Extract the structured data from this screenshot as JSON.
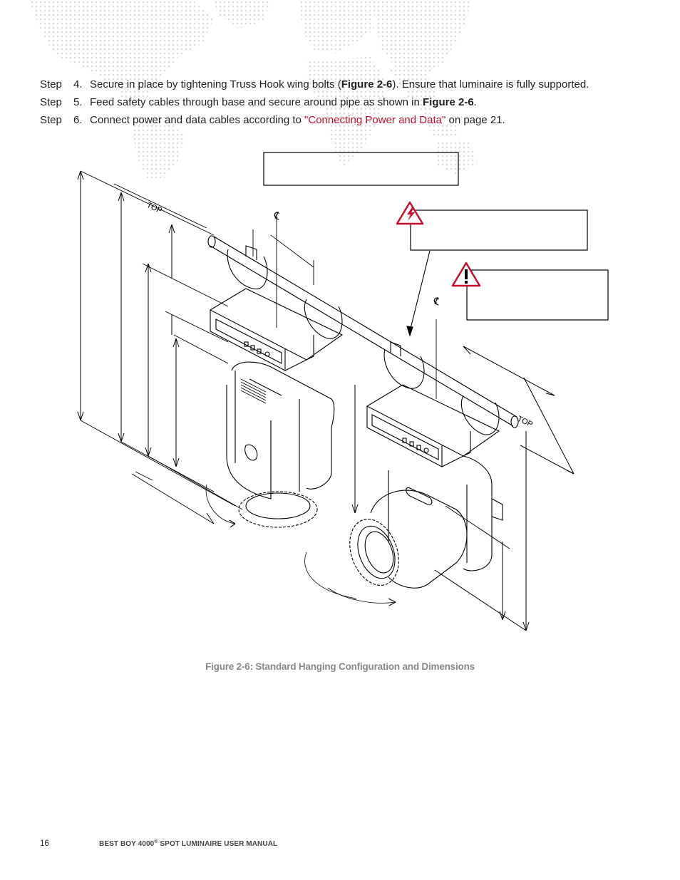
{
  "steps": [
    {
      "word": "Step",
      "num": "4.",
      "pre": "Secure in place by tightening Truss Hook wing bolts (",
      "bold": "Figure 2-6",
      "post": "). Ensure that luminaire is fully supported."
    },
    {
      "word": "Step",
      "num": "5.",
      "pre": "Feed safety cables through base and secure around pipe as shown in ",
      "bold": "Figure 2-6",
      "post": "."
    },
    {
      "word": "Step",
      "num": "6.",
      "pre": "Connect power and data cables according to ",
      "link": "\"Connecting Power and Data\"",
      "post": " on page 21."
    }
  ],
  "figure": {
    "top_label_left": "TOP",
    "top_label_right": "TOP",
    "centerline_symbol": "℄",
    "warning_icons": [
      "lightning-warning-icon",
      "exclamation-warning-icon"
    ],
    "accent_color": "#c8102e",
    "link_color": "#c8102e"
  },
  "caption": "Figure 2-6:  Standard Hanging Configuration and Dimensions",
  "footer": {
    "page": "16",
    "title_pre": "BEST BOY 4000",
    "title_reg": "®",
    "title_post": " SPOT LUMINAIRE USER MANUAL"
  }
}
